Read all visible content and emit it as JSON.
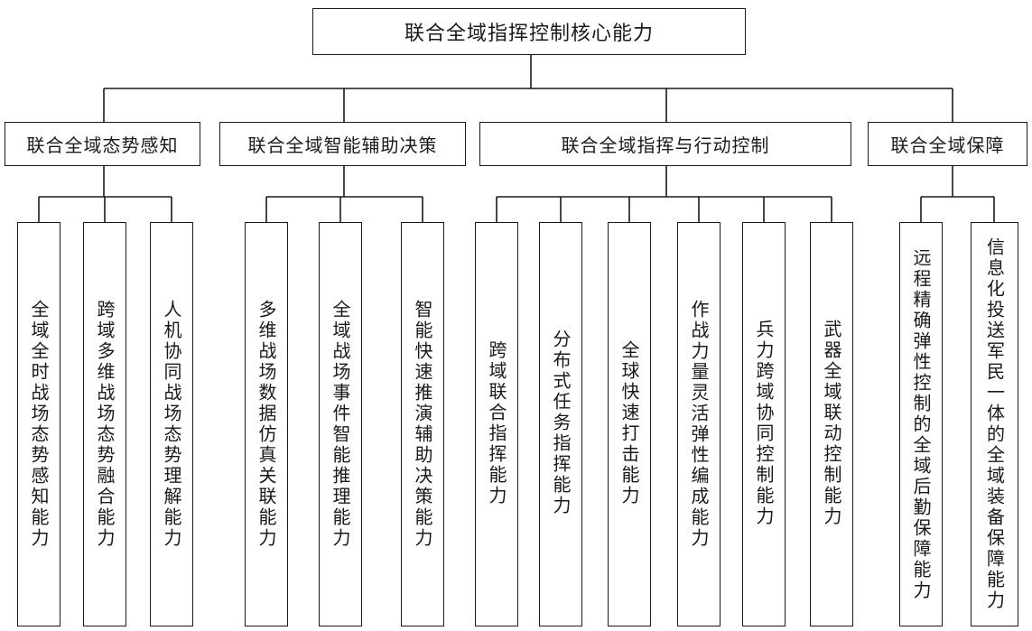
{
  "root": "联合全域指挥控制核心能力",
  "categories": [
    {
      "label": "联合全域态势感知",
      "children": [
        "全域全时战场态势感知能力",
        "跨域多维战场态势融合能力",
        "人机协同战场态势理解能力"
      ]
    },
    {
      "label": "联合全域智能辅助决策",
      "children": [
        "多维战场数据仿真关联能力",
        "全域战场事件智能推理能力",
        "智能快速推演辅助决策能力"
      ]
    },
    {
      "label": "联合全域指挥与行动控制",
      "children": [
        "跨域联合指挥能力",
        "分布式任务指挥能力",
        "全球快速打击能力",
        "作战力量灵活弹性编成能力",
        "兵力跨域协同控制能力",
        "武器全域联动控制能力"
      ]
    },
    {
      "label": "联合全域保障",
      "children": [
        "远程精确弹性控制的全域后勤保障能力",
        "信息化投送军民一体的全域装备保障能力"
      ]
    }
  ]
}
